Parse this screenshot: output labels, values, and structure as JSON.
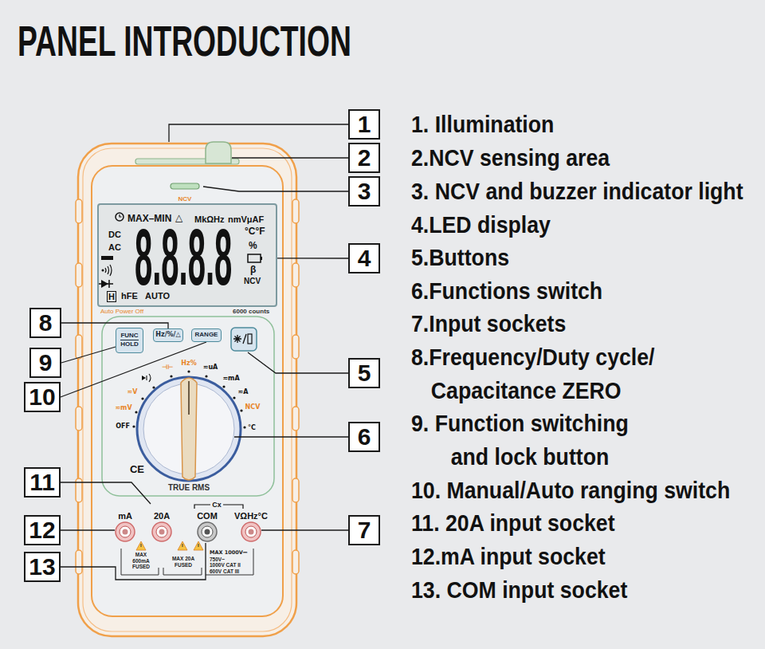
{
  "diagram": {
    "title": "PANEL INTRODUCTION",
    "nodes": [
      {
        "text": [
          "1"
        ]
      },
      {
        "text": [
          "2"
        ]
      },
      {
        "text": [
          "3"
        ]
      },
      {
        "text": [
          "4"
        ]
      },
      {
        "text": [
          "5"
        ]
      },
      {
        "text": [
          "6"
        ]
      },
      {
        "text": [
          "7"
        ]
      },
      {
        "text": [
          "8"
        ]
      },
      {
        "text": [
          "9"
        ]
      },
      {
        "text": [
          "10"
        ]
      },
      {
        "text": [
          "11"
        ]
      },
      {
        "text": [
          "12"
        ]
      },
      {
        "text": [
          "13"
        ]
      },
      {
        "text": [
          "MAX–MIN",
          "△",
          "MkΩHz",
          "nmVμAF",
          "DC",
          "AC",
          "8.8.8.8",
          "°C°F",
          "%",
          "β",
          "NCV",
          "H",
          "hFE",
          "AUTO"
        ]
      },
      {
        "text": [
          "FUNC",
          "HOLD"
        ]
      },
      {
        "text": [
          "Hz/%/△"
        ]
      },
      {
        "text": [
          "RANGE"
        ]
      }
    ],
    "edges": [
      {
        "from": 3,
        "to": 13,
        "arrow": "none"
      },
      {
        "from": 7,
        "to": 15,
        "arrow": "none"
      },
      {
        "from": 8,
        "to": 14,
        "arrow": "none"
      },
      {
        "from": 9,
        "to": 16,
        "arrow": "none"
      }
    ],
    "labels": [
      "1. Illumination",
      "2.NCV sensing area",
      "3. NCV and buzzer indicator light",
      "4.LED display",
      "5.Buttons",
      "6.Functions switch",
      "7.Input sockets",
      "8.Frequency/Duty cycle/ Capacitance ZERO",
      "9. Function switching and lock button",
      "10. Manual/Auto ranging switch",
      "11. 20A input socket",
      "12.mA input socket",
      "13. COM input socket",
      "NCV",
      "Auto Power Off",
      "6000 counts",
      "≂mV",
      "≂V",
      "OFF",
      "⊣⊢",
      "Hz%",
      "≂uA",
      "≂mA",
      "≂A",
      "NCV",
      "°C",
      "CE",
      "TRUE RMS",
      "Cx",
      "mA",
      "20A",
      "COM",
      "VΩHz°C",
      "MAX 600mA FUSED",
      "MAX 20A FUSED",
      "MAX 1000V⎓",
      "750V~",
      "1000V CAT II",
      "600V CAT III"
    ]
  }
}
